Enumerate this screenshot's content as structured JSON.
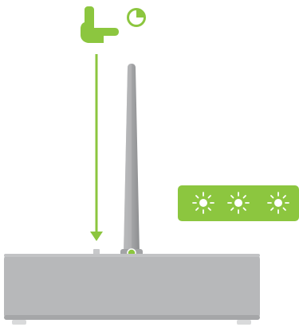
{
  "illustration": {
    "type": "router-button-press-instruction",
    "icons": [
      "pointing-hand-icon",
      "timer-icon",
      "down-arrow-icon",
      "router-icon",
      "button-icon",
      "status-light-icon"
    ],
    "status_panel": {
      "light_count": 3,
      "light_state": "on"
    }
  },
  "colors": {
    "accent": "#8CC63F",
    "device_body": "#B7B8BA",
    "device_edge": "#A9AAAC",
    "device_shadow": "#9FA0A2",
    "antenna_light": "#B7B8BA",
    "antenna_dark": "#8D8E90",
    "feet": "#D9DADB",
    "white": "#FFFFFF"
  }
}
